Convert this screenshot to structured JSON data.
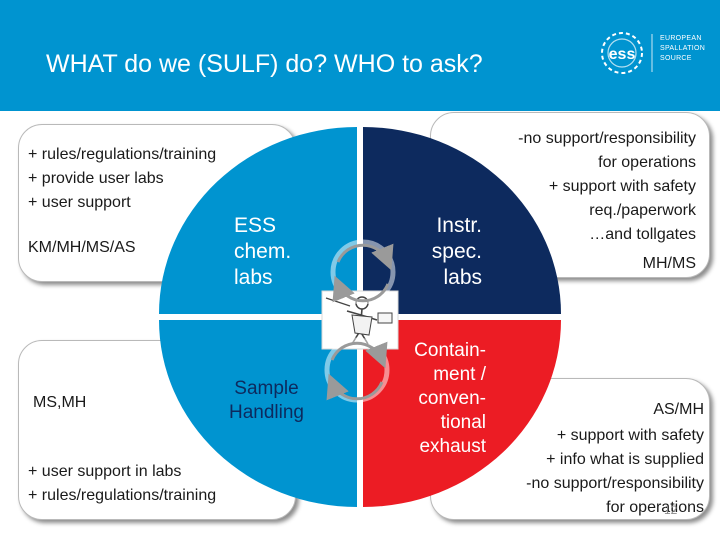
{
  "slide": {
    "title": "WHAT do we (SULF) do? WHO to ask?",
    "logo": {
      "line1": "EUROPEAN",
      "line2": "SPALLATION",
      "line3": "SOURCE",
      "mark": "ess"
    },
    "page_number": "12"
  },
  "boxes": {
    "top_left": {
      "line1": "+ rules/regulations/training",
      "line2": "+ provide user labs",
      "line3": "+ user support",
      "people": "KM/MH/MS/AS"
    },
    "bottom_left": {
      "people": "MS,MH",
      "line1": "+ user support in labs",
      "line2": "+ rules/regulations/training"
    },
    "top_right": {
      "line1": "-no support/responsibility",
      "line2": "for operations",
      "line3": "+ support with safety",
      "line4": "req./paperwork",
      "line5": "…and tollgates",
      "people": "MH/MS"
    },
    "bottom_right": {
      "people": "AS/MH",
      "line1": "+ support with safety",
      "line2": "+ info what is supplied",
      "line3": "-no support/responsibility",
      "line4": "for operations"
    }
  },
  "quadrants": {
    "top_left": {
      "line1": "ESS",
      "line2": "chem.",
      "line3": "labs",
      "color": "#0094d0"
    },
    "bottom_left": {
      "line1": "Sample",
      "line2": "Handling",
      "color": "#0094d0"
    },
    "top_right": {
      "line1": "Instr.",
      "line2": "spec.",
      "line3": "labs",
      "color": "#0d2a5e"
    },
    "bottom_right": {
      "line1": "Contain-",
      "line2": "ment /",
      "line3": "conven-",
      "line4": "tional",
      "line5": "exhaust",
      "color": "#ec1c24"
    }
  },
  "colors": {
    "header": "#0094d0",
    "accent_blue": "#0094d0",
    "navy": "#0d2a5e",
    "red": "#ec1c24"
  }
}
